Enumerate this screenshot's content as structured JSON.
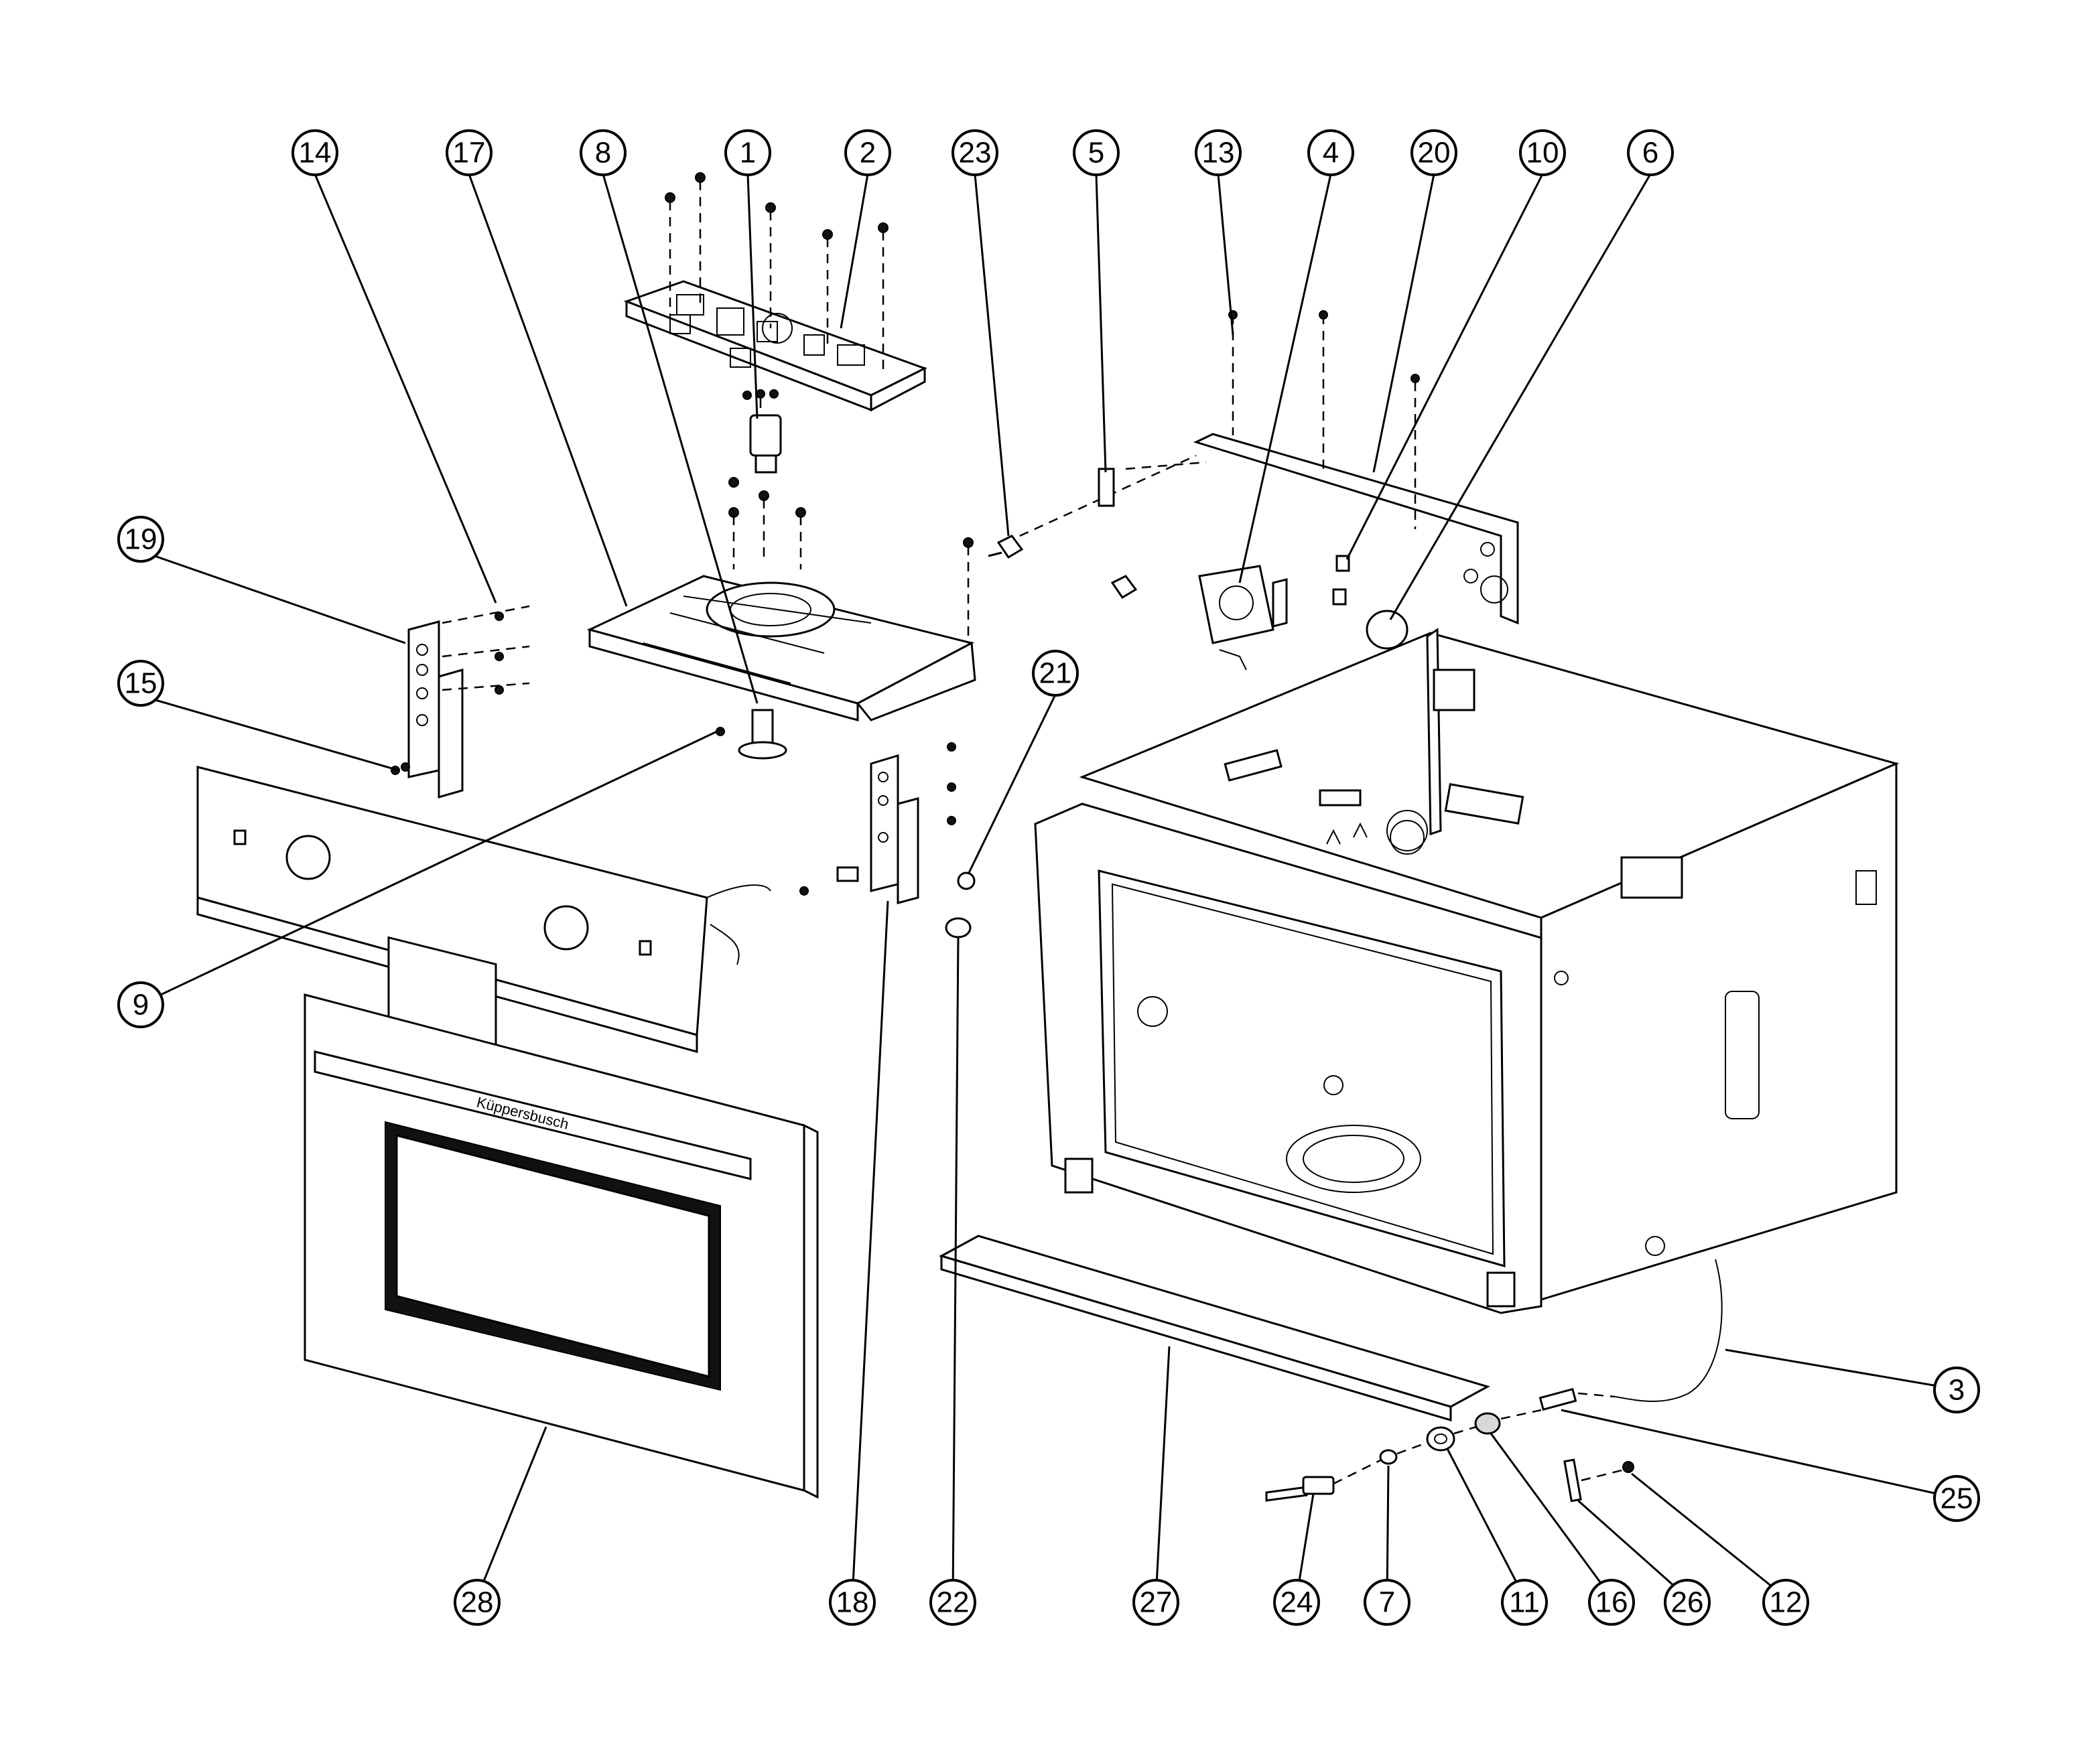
{
  "diagram": {
    "brand_text": "Küppersbusch",
    "callouts": [
      {
        "label": "14"
      },
      {
        "label": "17"
      },
      {
        "label": "8"
      },
      {
        "label": "1"
      },
      {
        "label": "2"
      },
      {
        "label": "23"
      },
      {
        "label": "5"
      },
      {
        "label": "13"
      },
      {
        "label": "4"
      },
      {
        "label": "20"
      },
      {
        "label": "10"
      },
      {
        "label": "6"
      },
      {
        "label": "19"
      },
      {
        "label": "15"
      },
      {
        "label": "21"
      },
      {
        "label": "9"
      },
      {
        "label": "3"
      },
      {
        "label": "25"
      },
      {
        "label": "28"
      },
      {
        "label": "18"
      },
      {
        "label": "22"
      },
      {
        "label": "27"
      },
      {
        "label": "24"
      },
      {
        "label": "7"
      },
      {
        "label": "11"
      },
      {
        "label": "16"
      },
      {
        "label": "26"
      },
      {
        "label": "12"
      }
    ]
  }
}
